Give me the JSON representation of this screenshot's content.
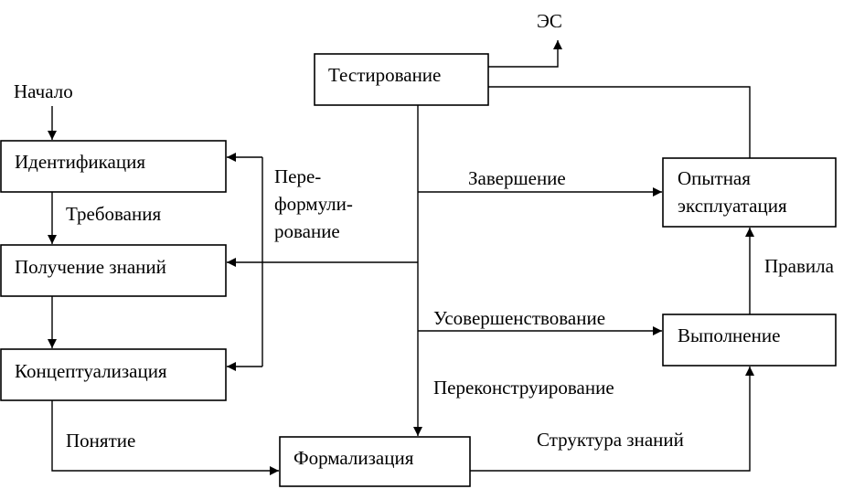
{
  "boxes": {
    "identification": "Идентификация",
    "knowledge_acquisition": "Получение знаний",
    "conceptualization": "Концептуализация",
    "formalization": "Формализация",
    "testing": "Тестирование",
    "trial_operation": [
      "Опытная",
      "эксплуатация"
    ],
    "execution": "Выполнение"
  },
  "labels": {
    "start": "Начало",
    "es": "ЭС",
    "requirements": "Требования",
    "concept": "Понятие",
    "reformulation": [
      "Пере-",
      "формули-",
      "рование"
    ],
    "completion": "Завершение",
    "improvement": "Усовершенствование",
    "reconstruction": "Переконструирование",
    "knowledge_structure": "Структура знаний",
    "rules": "Правила"
  }
}
